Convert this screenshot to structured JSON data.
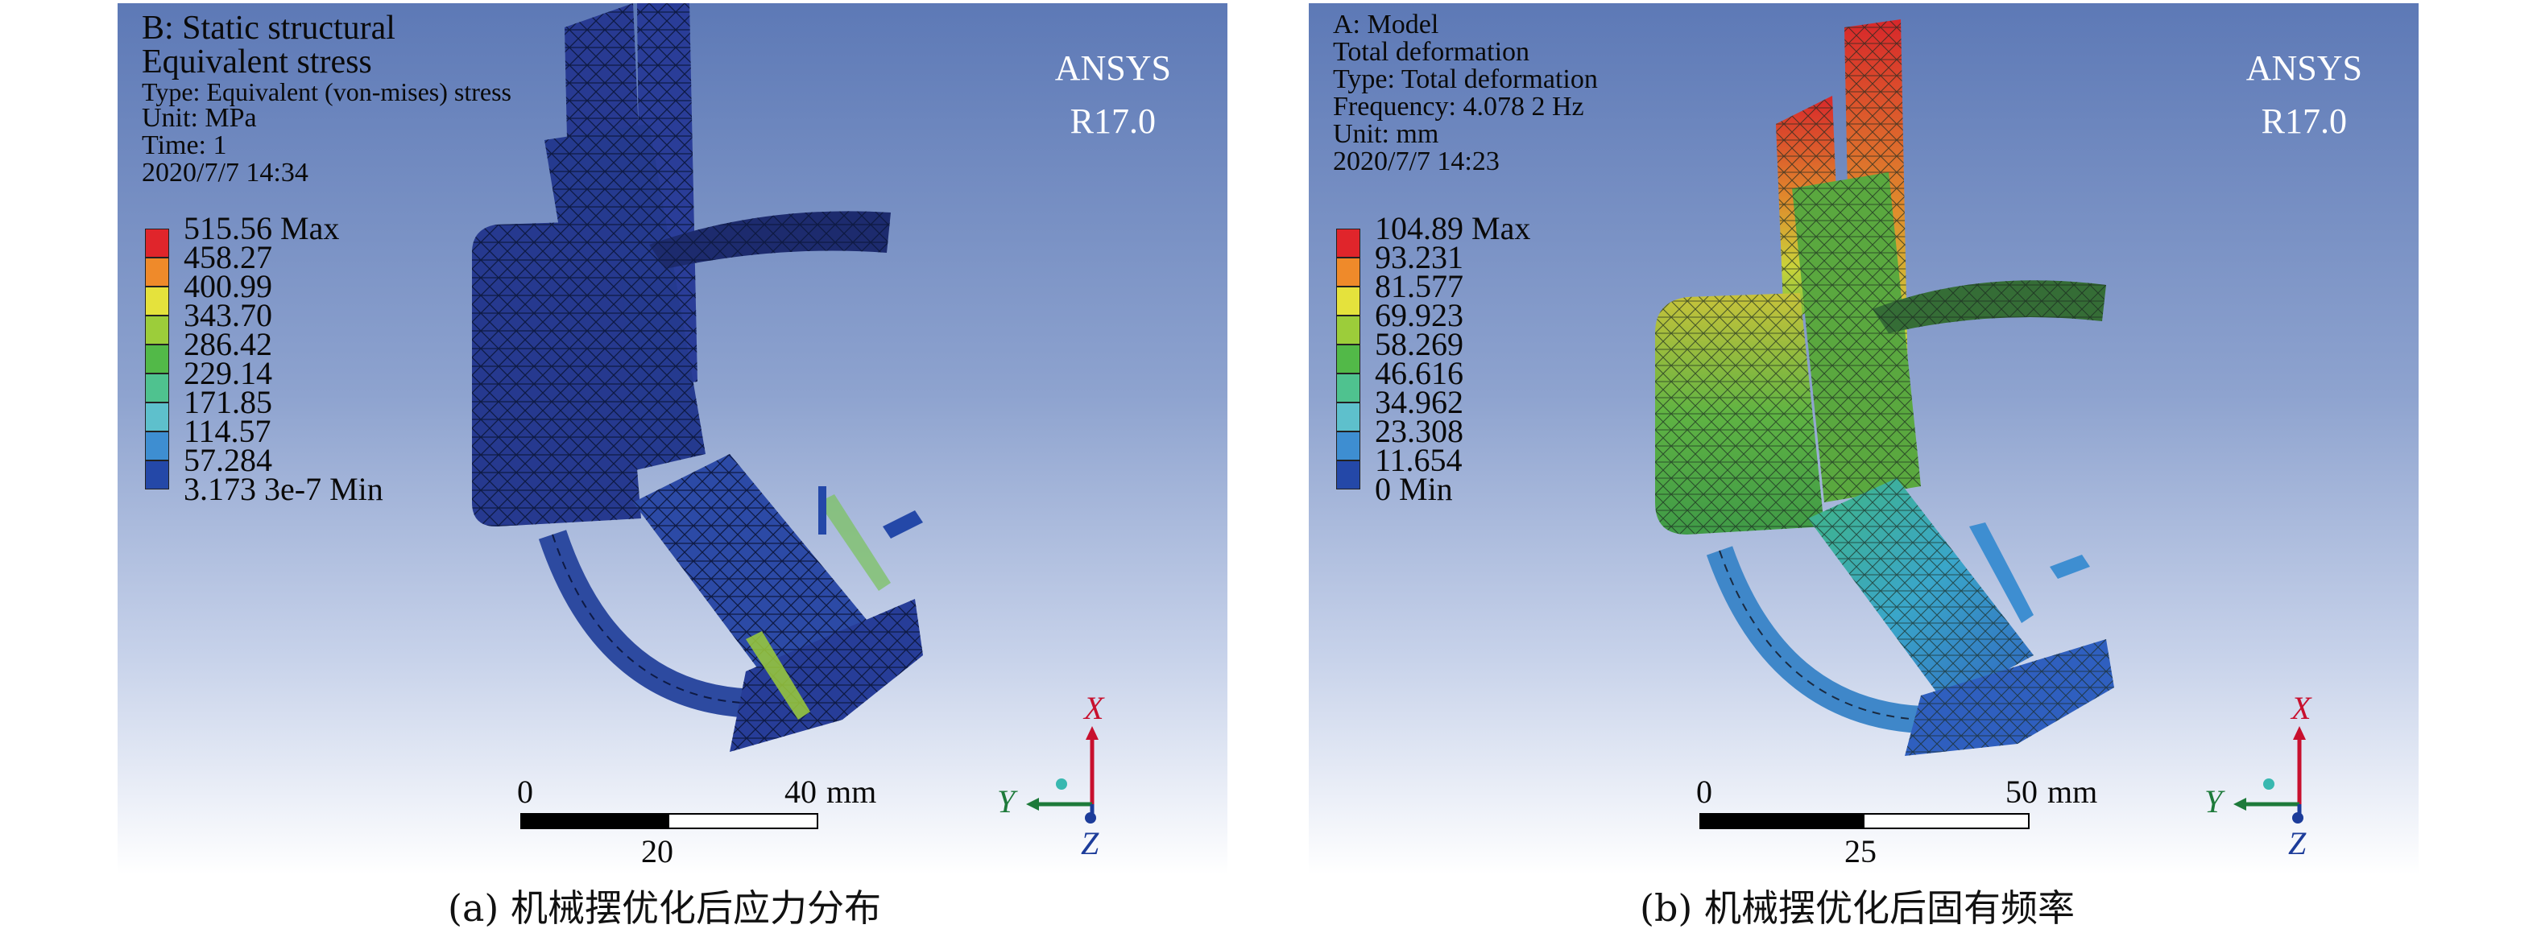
{
  "panel_a": {
    "analysis": "B: Static structural",
    "result": "Equivalent stress",
    "type": "Type: Equivalent (von-mises) stress",
    "unit": "Unit: MPa",
    "time": "Time: 1",
    "date": "2020/7/7 14:34",
    "brand": "ANSYS",
    "version": "R17.0",
    "legend": [
      "515.56 Max",
      "458.27",
      "400.99",
      "343.70",
      "286.42",
      "229.14",
      "171.85",
      "114.57",
      "57.284",
      "3.173 3e-7 Min"
    ],
    "scale": {
      "start": "0",
      "end": "40",
      "unit": "mm",
      "mid": "20"
    },
    "caption": "(a) 机械摆优化后应力分布"
  },
  "panel_b": {
    "analysis": "A: Model",
    "result": "Total deformation",
    "type": "Type: Total deformation",
    "frequency": "Frequency: 4.078 2 Hz",
    "unit": "Unit: mm",
    "date": "2020/7/7 14:23",
    "brand": "ANSYS",
    "version": "R17.0",
    "legend": [
      "104.89 Max",
      "93.231",
      "81.577",
      "69.923",
      "58.269",
      "46.616",
      "34.962",
      "23.308",
      "11.654",
      "0 Min"
    ],
    "scale": {
      "start": "0",
      "end": "50",
      "unit": "mm",
      "mid": "25"
    },
    "caption": "(b) 机械摆优化后固有频率"
  },
  "legend_colors": [
    "#e0252b",
    "#ef8a2a",
    "#e5e23c",
    "#9ccd3a",
    "#52b948",
    "#4fc28f",
    "#5ec0cc",
    "#3e8ed1",
    "#2448a8"
  ],
  "axes": {
    "x": "X",
    "y": "Y",
    "z": "Z"
  },
  "axis_colors": {
    "x": "#c8102e",
    "y": "#1d7a3a",
    "z": "#1c3c9a"
  }
}
